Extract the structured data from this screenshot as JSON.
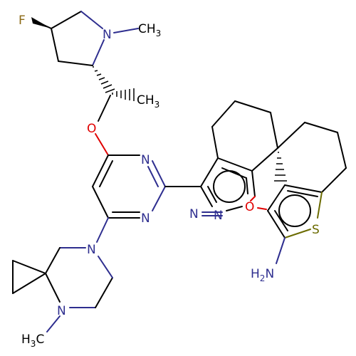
{
  "colors": {
    "background": "#ffffff",
    "carbon_bond": "#000000",
    "nitrogen": "#2e2e8f",
    "oxygen": "#e00000",
    "fluorine": "#8b6914",
    "sulfur": "#6b6b00"
  },
  "atoms": {
    "F": "F",
    "N_pyrrolidine": "N",
    "CH3_pyrrolidine": "CH",
    "CH3_pyrrolidine_sub": "3",
    "CH3_ethyl": "CH",
    "CH3_ethyl_sub": "3",
    "O_ether": "O",
    "N_pyrimidine_top": "N",
    "N_pyrimidine_bottom": "N",
    "N_piperazine": "N",
    "N_methyl_amine": "N",
    "H3C_label": "H",
    "H3C_sub": "3",
    "H3C_C": "C",
    "N_nitrile_1": "N",
    "N_nitrile_2": "N",
    "O_ring": "O",
    "S_thiophene": "S",
    "NH2_H": "H",
    "NH2_sub": "2",
    "NH2_N": "N"
  }
}
